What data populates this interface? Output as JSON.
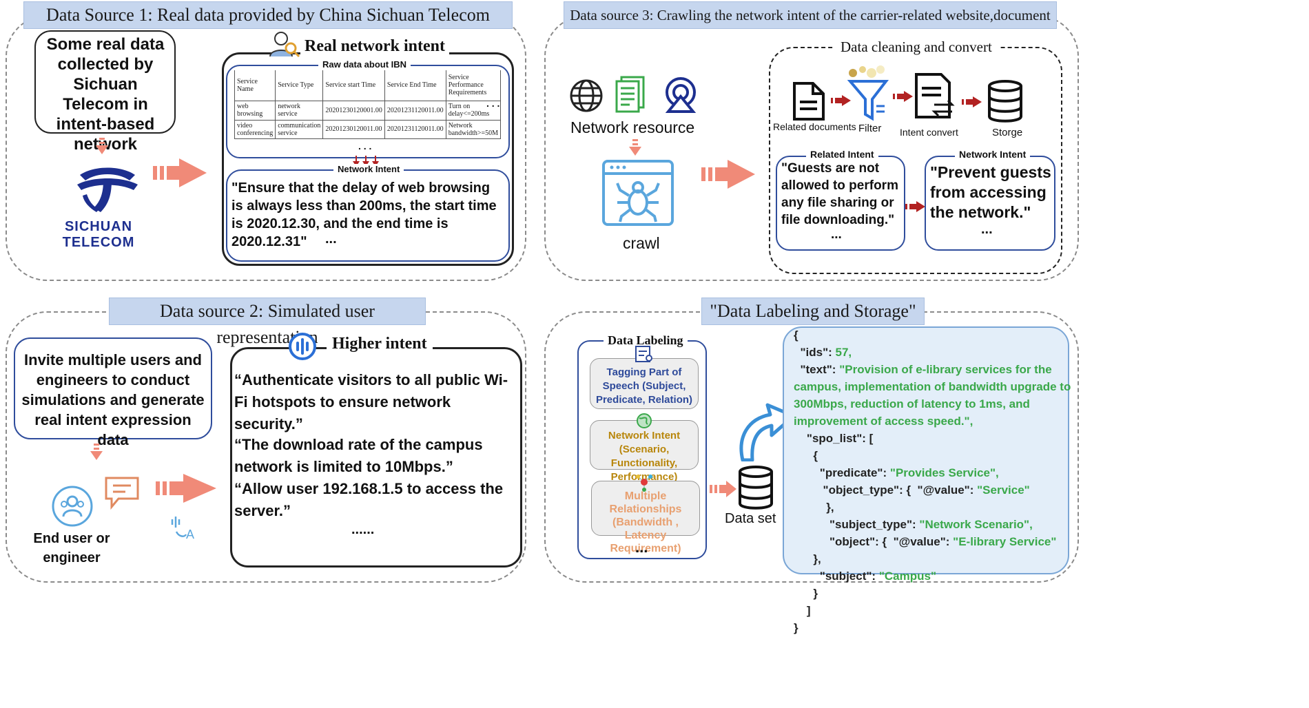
{
  "panels": {
    "p1": {
      "title": "Data Source 1: Real data provided by China Sichuan Telecom",
      "left_box_text": "Some real data collected by Sichuan Telecom in intent-based network",
      "logo_text": "SICHUAN TELECOM",
      "real_intent_title": "Real network intent",
      "raw_data_label": "Raw data about IBN",
      "table_headers": [
        "Service Name",
        "Service Type",
        "Service start Time",
        "Service End Time",
        "Service Performance Requirements"
      ],
      "table_rows": [
        [
          "web browsing",
          "network service",
          "20201230120001.00",
          "20201231120011.00",
          "Turn on delay<=200ms"
        ],
        [
          "video conferencing",
          "communication service",
          "20201230120011.00",
          "20201231120011.00",
          "Network bandwidth>=50M"
        ]
      ],
      "table_ellipsis_right": ". . .",
      "table_ellipsis_bottom": ". . .",
      "network_intent_label": "Network Intent",
      "network_intent_text": "\"Ensure that the delay of web browsing is always less than 200ms, the start time is 2020.12.30, and the end time is 2020.12.31\"",
      "network_intent_ellipsis": "..."
    },
    "p2": {
      "title": "Data source 2: Simulated user representation",
      "left_box_text": "Invite multiple users and engineers to conduct simulations and generate real intent expression data",
      "end_user_label": "End user or engineer",
      "higher_intent_title": "Higher intent",
      "quotes": [
        "“Authenticate visitors to all public Wi-Fi hotspots to ensure network security.”",
        "“The download rate of the campus network is limited to 10Mbps.”",
        "“Allow user 192.168.1.5 to access the server.”"
      ],
      "quotes_ellipsis": "......"
    },
    "p3": {
      "title": "Data source 3: Crawling the network intent of the carrier-related website,document",
      "network_resource_label": "Network resource",
      "crawl_label": "crawl",
      "cleaning_label": "Data cleaning and convert",
      "steps": [
        "Related documents",
        "Filter",
        "Intent convert",
        "Storge"
      ],
      "related_intent_label": "Related Intent",
      "related_intent_text": "\"Guests are not allowed to perform any file sharing or file downloading.\"",
      "related_intent_ellipsis": "...",
      "network_intent_label": "Network Intent",
      "network_intent_text": "\"Prevent guests from accessing the network.\"",
      "network_intent_ellipsis": "..."
    },
    "p4": {
      "title": "\"Data Labeling and Storage\"",
      "labeling_title": "Data Labeling",
      "label_items": [
        {
          "text": "Tagging Part of Speech (Subject, Predicate, Relation)",
          "color": "#2e4a9a"
        },
        {
          "text": "Network Intent (Scenario, Functionality, Performance)",
          "color": "#b8860b"
        },
        {
          "text": "Multiple Relationships (Bandwidth , Latency Requirement)",
          "color": "#e8a070"
        }
      ],
      "label_ellipsis": "...",
      "dataset_label": "Data set",
      "json_lines": [
        {
          "k": "{",
          "v": ""
        },
        {
          "k": "  \"ids\": ",
          "v": "57,"
        },
        {
          "k": "  \"text\": ",
          "v": "\"Provision of e-library services for the"
        },
        {
          "k": "",
          "v": "campus, implementation of bandwidth upgrade to"
        },
        {
          "k": "",
          "v": "300Mbps, reduction of latency to 1ms, and"
        },
        {
          "k": "",
          "v": "improvement of access speed.\","
        },
        {
          "k": "    \"spo_list\": [",
          "v": ""
        },
        {
          "k": "      {",
          "v": ""
        },
        {
          "k": "        \"predicate\": ",
          "v": "\"Provides Service\","
        },
        {
          "k": "         \"object_type\": {  \"@value\": ",
          "v": "\"Service\""
        },
        {
          "k": "          },",
          "v": ""
        },
        {
          "k": "           \"subject_type\": ",
          "v": "\"Network Scenario\","
        },
        {
          "k": "           \"object\": {  \"@value\": ",
          "v": "\"E-library Service\""
        },
        {
          "k": "      },",
          "v": ""
        },
        {
          "k": "        \"subject\": ",
          "v": "\"Campus\""
        },
        {
          "k": "      }",
          "v": ""
        },
        {
          "k": "    ]",
          "v": ""
        },
        {
          "k": "}",
          "v": ""
        }
      ]
    }
  },
  "colors": {
    "title_bg": "#c6d6ee",
    "arrow_salmon": "#f08a78",
    "arrow_red": "#b22222",
    "blue_border": "#2f4d9c",
    "icon_blue": "#2b6fd6",
    "json_green": "#3aa84a",
    "json_bg": "#e3eef9"
  }
}
